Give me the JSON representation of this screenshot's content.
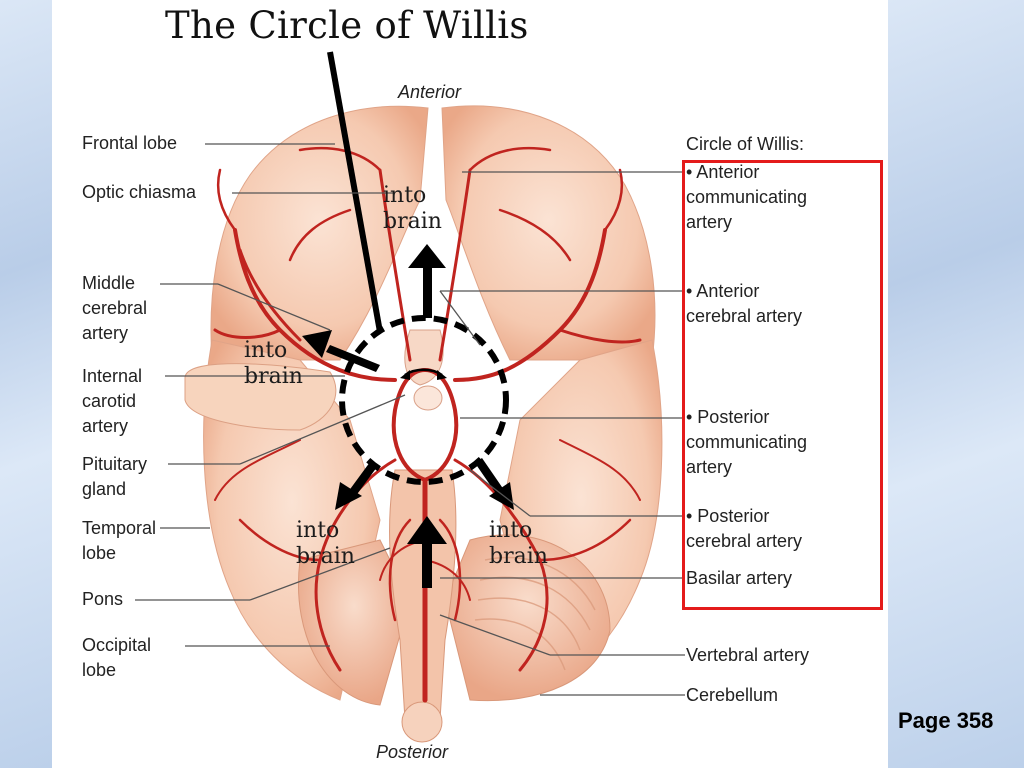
{
  "title": "The Circle of Willis",
  "orientation": {
    "top": "Anterior",
    "bottom": "Posterior"
  },
  "left_labels": [
    "Frontal lobe",
    "Optic chiasma",
    "Middle\ncerebral\nartery",
    "Internal\ncarotid\nartery",
    "Pituitary\ngland",
    "Temporal\nlobe",
    "Pons",
    "Occipital\nlobe"
  ],
  "circle_of_willis": {
    "heading": "Circle of Willis:",
    "items": [
      "• Anterior\n   communicating\n   artery",
      "• Anterior\n   cerebral artery",
      "• Posterior\n   communicating\n   artery",
      "• Posterior\n   cerebral artery",
      "Basilar artery"
    ]
  },
  "right_labels": [
    "Vertebral artery",
    "Cerebellum"
  ],
  "annotations": [
    "into\nbrain",
    "into\nbrain",
    "into\nbrain",
    "into\nbrain"
  ],
  "page_number": "Page 358",
  "colors": {
    "highlight_box": "#e41b1b",
    "artery": "#c0241f",
    "brain": "#f4c8b0"
  },
  "icons": [
    "arrow-up-icon",
    "arrow-left-icon",
    "arrow-down-left-icon",
    "arrow-down-right-icon",
    "arrow-up-basilar-icon"
  ]
}
